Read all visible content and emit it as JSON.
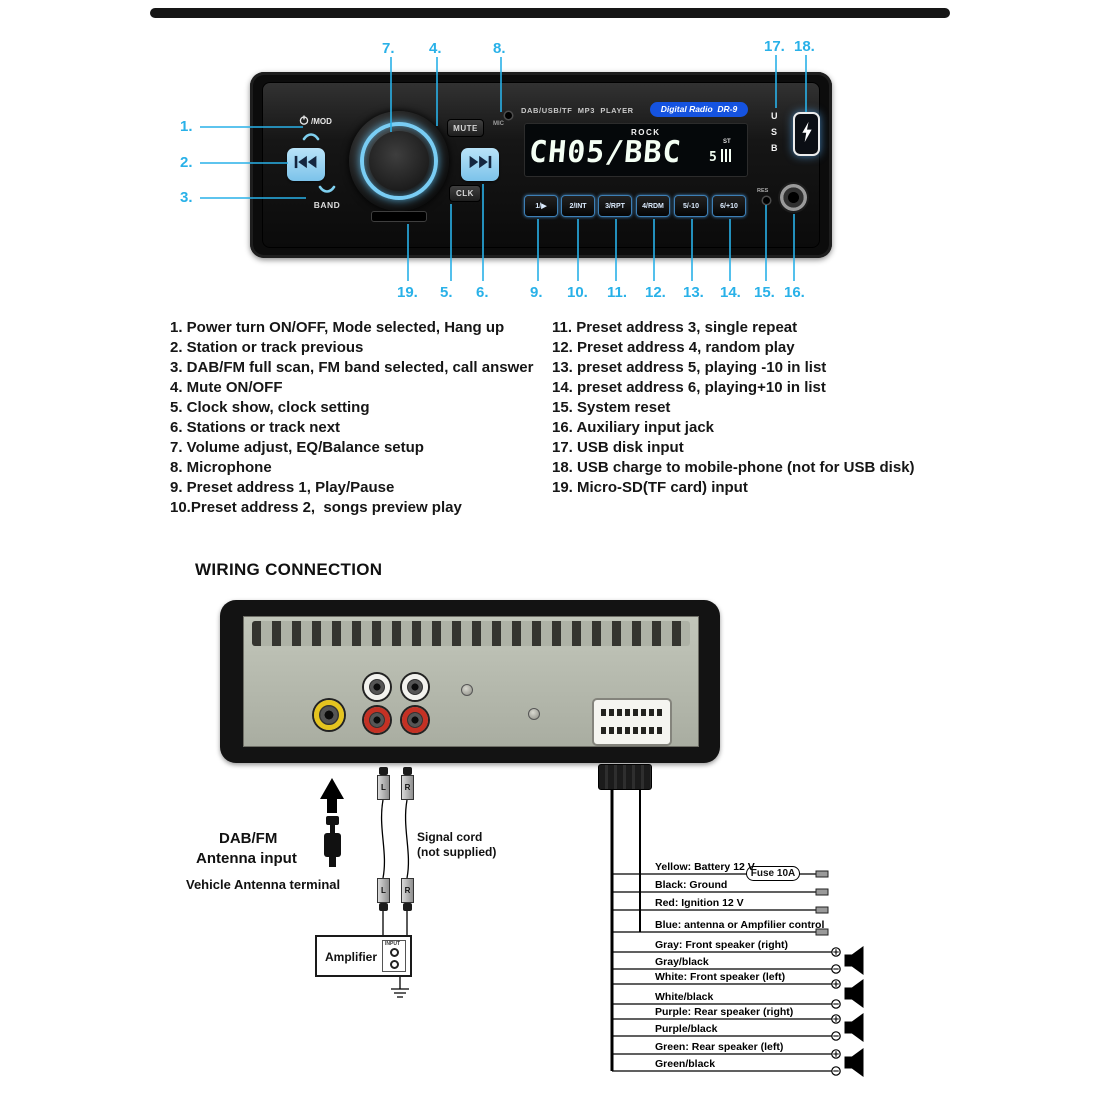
{
  "front_panel": {
    "mod_label": "/MOD",
    "band_label": "BAND",
    "mute_label": "MUTE",
    "clk_label": "CLK",
    "mic_label": "MIC",
    "player_line": "DAB/USB/TF  MP3  PLAYER",
    "brand_badge": "Digital Radio  DR-9",
    "lcd": {
      "genre": "ROCK",
      "main": "CH05/BBC",
      "small_digit": "5",
      "st": "ST"
    },
    "usb_letters": {
      "u": "U",
      "s": "S",
      "b": "B"
    },
    "res_label": "RES",
    "presets": [
      "1/▶",
      "2/INT",
      "3/RPT",
      "4/RDM",
      "5/-10",
      "6/+10"
    ]
  },
  "callouts": {
    "top": [
      "7.",
      "4.",
      "8.",
      "17.",
      "18."
    ],
    "left": [
      "1.",
      "2.",
      "3."
    ],
    "bottom": [
      "19.",
      "5.",
      "6.",
      "9.",
      "10.",
      "11.",
      "12.",
      "13.",
      "14.",
      "15.",
      "16."
    ]
  },
  "legend": {
    "left": [
      "1. Power turn ON/OFF, Mode selected, Hang up",
      "2. Station or track previous",
      "3. DAB/FM full scan, FM band selected, call answer",
      "4. Mute ON/OFF",
      "5. Clock show, clock setting",
      "6. Stations or track next",
      "7. Volume adjust, EQ/Balance setup",
      "8. Microphone",
      "9. Preset address 1, Play/Pause",
      "10.Preset address 2,  songs preview play"
    ],
    "right": [
      "11. Preset address 3, single repeat",
      "12. Preset address 4, random play",
      "13. preset address 5, playing -10 in list",
      "14. preset address 6, playing+10 in list",
      "15. System reset",
      "16. Auxiliary input jack",
      "17. USB disk input",
      "18. USB charge to mobile-phone (not for USB disk)",
      "19. Micro-SD(TF card) input"
    ]
  },
  "wiring": {
    "title": "WIRING CONNECTION",
    "antenna": {
      "line1": "DAB/FM",
      "line2": "Antenna input",
      "line3": "Vehicle Antenna terminal"
    },
    "signal_cord": {
      "line1": "Signal cord",
      "line2": "(not supplied)",
      "left": "L",
      "right": "R"
    },
    "amplifier_label": "Amplifier",
    "amp_input_label": "INPUT",
    "fuse_label": "Fuse 10A",
    "wires": [
      {
        "label": "Yellow: Battery 12 V"
      },
      {
        "label": "Black: Ground"
      },
      {
        "label": "Red: Ignition 12 V"
      },
      {
        "label": "Blue: antenna or Ampfilier control"
      },
      {
        "label": "Gray: Front speaker (right)"
      },
      {
        "label": "Gray/black"
      },
      {
        "label": "White: Front speaker (left)"
      },
      {
        "label": "White/black"
      },
      {
        "label": "Purple: Rear speaker (right)"
      },
      {
        "label": "Purple/black"
      },
      {
        "label": "Green: Rear speaker (left)"
      },
      {
        "label": "Green/black"
      }
    ]
  },
  "colors": {
    "callout": "#29b1e8",
    "badge_blue": "#1553e0",
    "button_blue": "#8fd0f2"
  }
}
